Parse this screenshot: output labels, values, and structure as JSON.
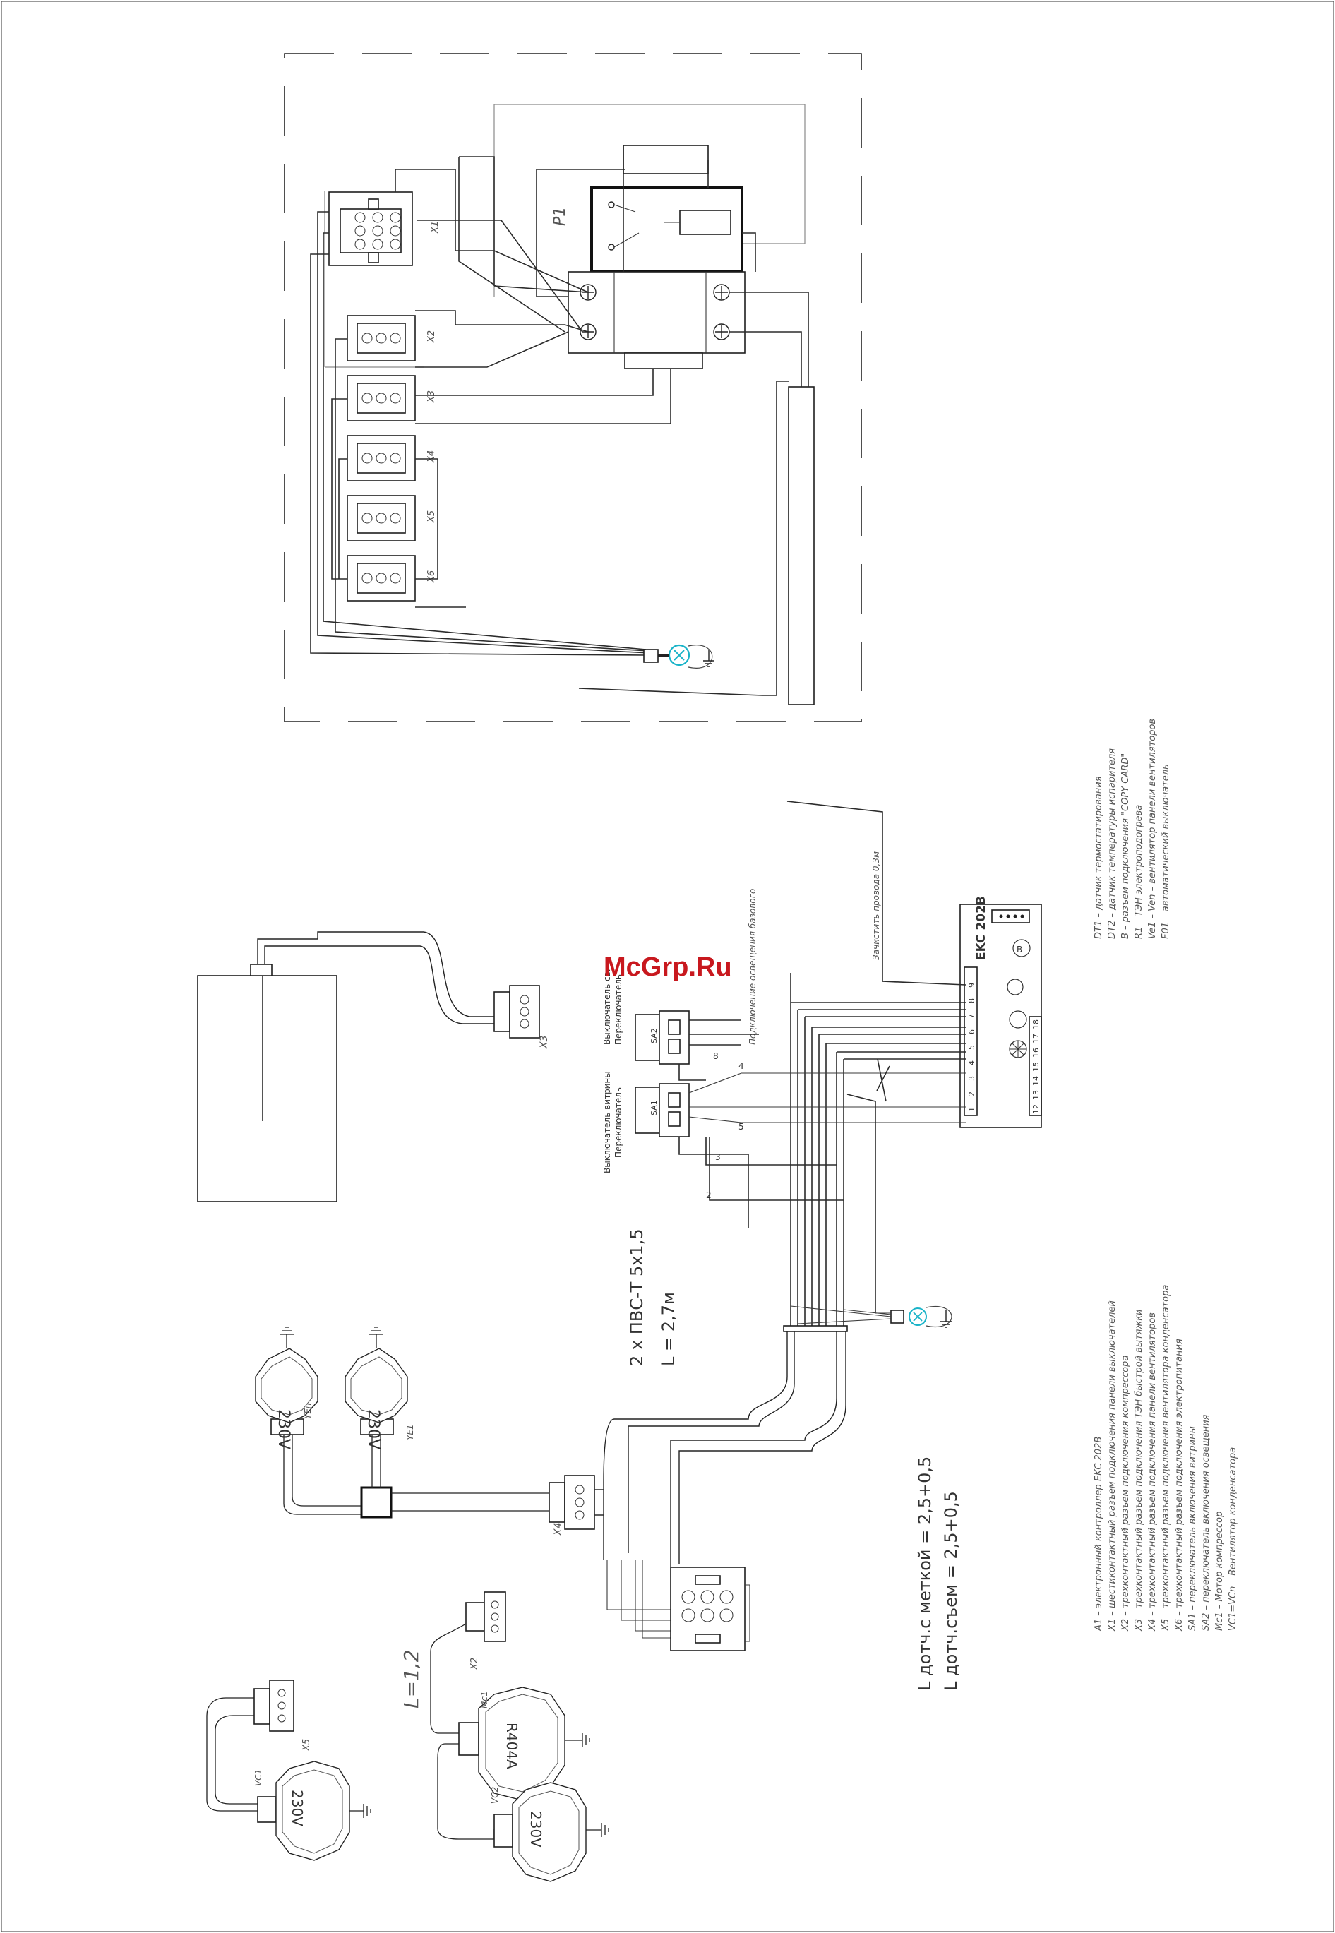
{
  "watermark": "McGrp.Ru",
  "relay_label": "P1",
  "top_connectors": [
    "X1",
    "X2",
    "X3",
    "X4",
    "X5",
    "X6"
  ],
  "controller": {
    "model": "EKC 202B",
    "terminals_top": [
      "1",
      "2",
      "3",
      "4",
      "5",
      "6",
      "7",
      "8",
      "9"
    ],
    "terminals_bottom": [
      "12",
      "13",
      "14",
      "15",
      "16",
      "17",
      "18"
    ]
  },
  "switches": [
    {
      "id": "SA1",
      "caption": "Выключатель витрины",
      "subcaption": "Переключатель"
    },
    {
      "id": "SA2",
      "caption": "Выключатель св.",
      "subcaption": "Переключатель"
    }
  ],
  "light_connection_note": "Подключение освещения базового",
  "strip_note": "Зачистить провода 0,3м",
  "wire_numbers": [
    "8",
    "4",
    "5",
    "3",
    "2"
  ],
  "cable_spec": "2 x ПВС-Т 5x1,5",
  "cable_length": "L = 2,7м",
  "cable_lengths": [
    "L дотч.с меткой = 2,5+0,5",
    "L дотч.съем = 2,5+0,5"
  ],
  "sensor_length": "L=1,2",
  "components": {
    "fan_motor_label": "230V",
    "ve_labels": [
      "YEп",
      "YE1"
    ],
    "x3_label": "X3",
    "x4_label": "X4",
    "x2_label": "X2",
    "x5_label": "X5",
    "compressor_label": "Mc1",
    "compressor_text": "R404A",
    "vc1_label": "VC1",
    "vc2_label": "VC2"
  },
  "legend_right": [
    "DT1 – датчик термостатирования",
    "DT2 – датчик температуры испарителя",
    "B – разъем подключения \"COPY CARD\"",
    "R1 – ТЭН электроподогрева",
    "Ve1 – Ven – вентилятор панели вентиляторов",
    "F01 – автоматический выключатель"
  ],
  "legend_bottom": [
    "A1 – электронный контроллер EKC 202B",
    "X1 – шестиконтактный разъем подключения панели выключателей",
    "X2 – трехконтактный разъем подключения компрессора",
    "X3 – трехконтактный разъем подключения ТЭН быстрой вытяжки",
    "X4 – трехконтактный разъем подключения панели вентиляторов",
    "X5 – трехконтактный разъем подключения вентилятора конденсатора",
    "X6 – трехконтактный разъем подключения электропитания",
    "SA1 – переключатель включения витрины",
    "SA2 – переключатель включения освещения",
    "Mc1 – Мотор компрессор",
    "VC1=VCn – Вентилятор конденсатора"
  ]
}
